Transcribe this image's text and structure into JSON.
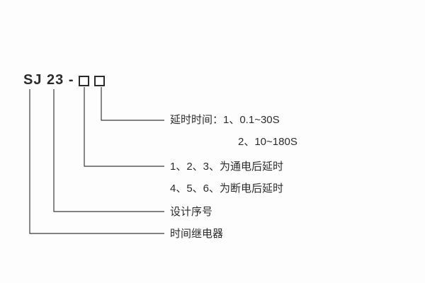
{
  "model": {
    "prefix": "SJ 23 -",
    "digit_boxes": 2
  },
  "labels": {
    "delay_time_line1": "延时时间：1、0.1~30S",
    "delay_time_line2": "2、10~180S",
    "power_on_delay": "1、2、3、为通电后延时",
    "power_off_delay": "4、5、6、为断电后延时",
    "design_serial": "设计序号",
    "time_relay": "时间继电器"
  },
  "colors": {
    "line": "#3a3a3a",
    "text": "#2b2b2b",
    "background": "#fdfdfd"
  }
}
